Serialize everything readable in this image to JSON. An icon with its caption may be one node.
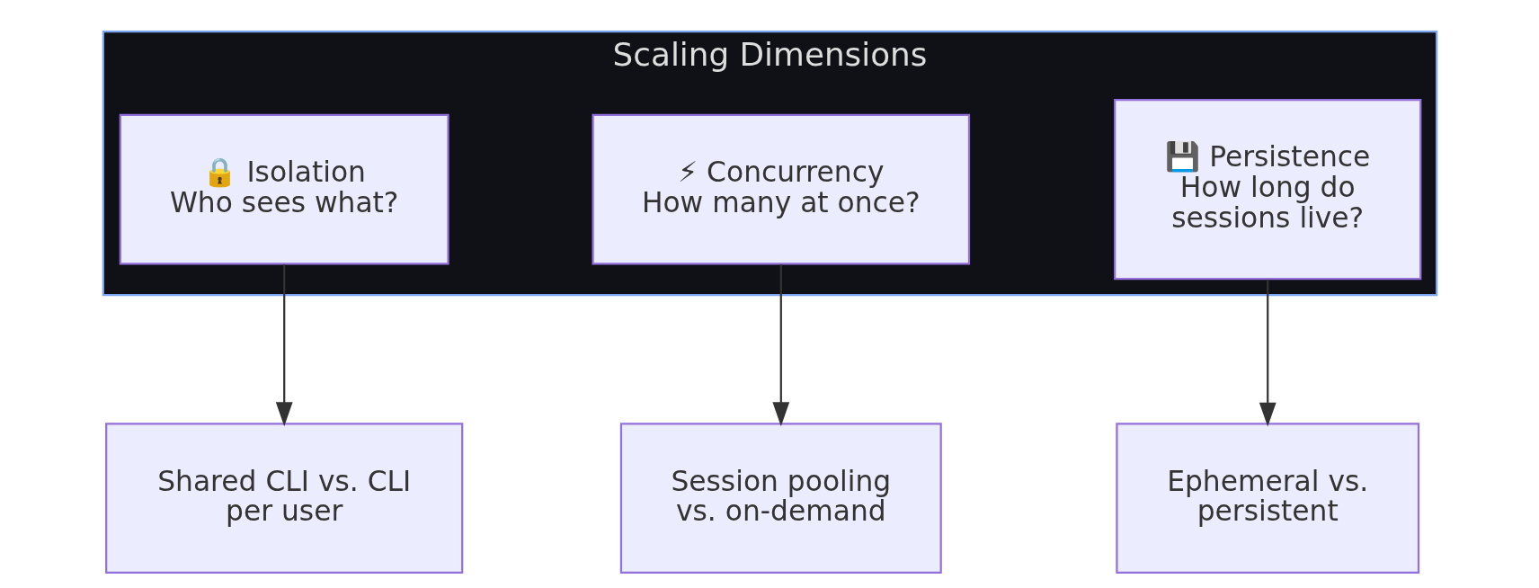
{
  "diagram": {
    "nodes": [
      {
        "text": [
          "Scaling Dimensions"
        ]
      },
      {
        "text": [
          "🔒 Isolation",
          "Who sees what?"
        ],
        "in": 0
      },
      {
        "text": [
          "⚡ Concurrency",
          "How many at once?"
        ],
        "in": 0
      },
      {
        "text": [
          "💾 Persistence",
          "How long do sessions live?"
        ],
        "in": 0
      },
      {
        "text": [
          "Shared CLI vs. CLI per user"
        ]
      },
      {
        "text": [
          "Session pooling vs. on-demand"
        ]
      },
      {
        "text": [
          "Ephemeral vs. persistent"
        ]
      }
    ],
    "edges": [
      {
        "from": 1,
        "to": 4,
        "arrow": "to"
      },
      {
        "from": 2,
        "to": 5,
        "arrow": "to"
      },
      {
        "from": 3,
        "to": 6,
        "arrow": "to"
      }
    ]
  }
}
